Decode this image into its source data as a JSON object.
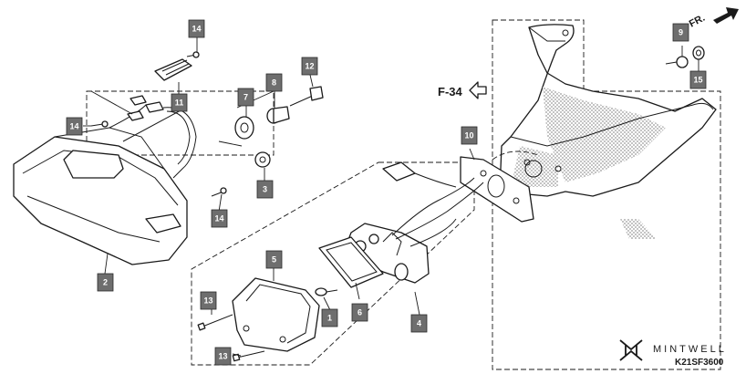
{
  "callouts": [
    {
      "num": "1"
    },
    {
      "num": "2"
    },
    {
      "num": "3"
    },
    {
      "num": "4"
    },
    {
      "num": "5"
    },
    {
      "num": "6"
    },
    {
      "num": "7"
    },
    {
      "num": "8"
    },
    {
      "num": "9"
    },
    {
      "num": "10"
    },
    {
      "num": "11"
    },
    {
      "num": "12"
    },
    {
      "num": "13"
    },
    {
      "num": "13"
    },
    {
      "num": "14"
    },
    {
      "num": "14"
    },
    {
      "num": "14"
    },
    {
      "num": "15"
    }
  ],
  "front_ref": {
    "label": "FR."
  },
  "page_ref": {
    "label": "F-34"
  },
  "diagram_code": "K21SF3600",
  "brand": {
    "name": "MINTWELL"
  },
  "colors": {
    "callout_fill": "#6e6e6e",
    "line": "#1a1a1a",
    "halftone": "#bdbdbd"
  }
}
